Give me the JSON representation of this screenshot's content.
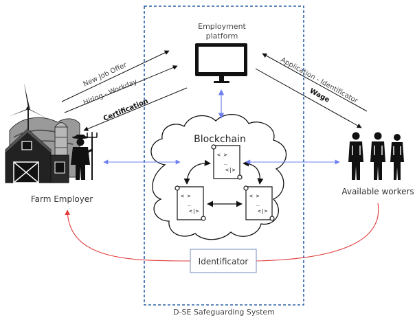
{
  "labels": {
    "platform_line1": "Employment",
    "platform_line2": "platform",
    "blockchain": "Blockchain",
    "farm_employer": "Farm Employer",
    "available_workers": "Available workers",
    "identificator": "Identificator",
    "system": "D-SE Safeguarding System"
  },
  "arrows": {
    "new_job_offer": "New Job Offer",
    "hiring_workday": "Hiring - Workday",
    "certification": "Certification",
    "application_identificator": "Application - Identificator",
    "wage": "Wage"
  },
  "contract_code": {
    "open_tag": "< >",
    "dash": "_",
    "close_tag": "<|>"
  },
  "colors": {
    "dashed_border": "#2b5fa6",
    "link_arrow": "#6d7ef0",
    "loop_arrow": "#e03a3a",
    "ink": "#111111"
  },
  "icons": [
    "monitor-icon",
    "wind-turbine-icon",
    "barn-icon",
    "silo-icon",
    "farmer-icon",
    "worker-icon",
    "contract-icon",
    "cloud-icon"
  ]
}
